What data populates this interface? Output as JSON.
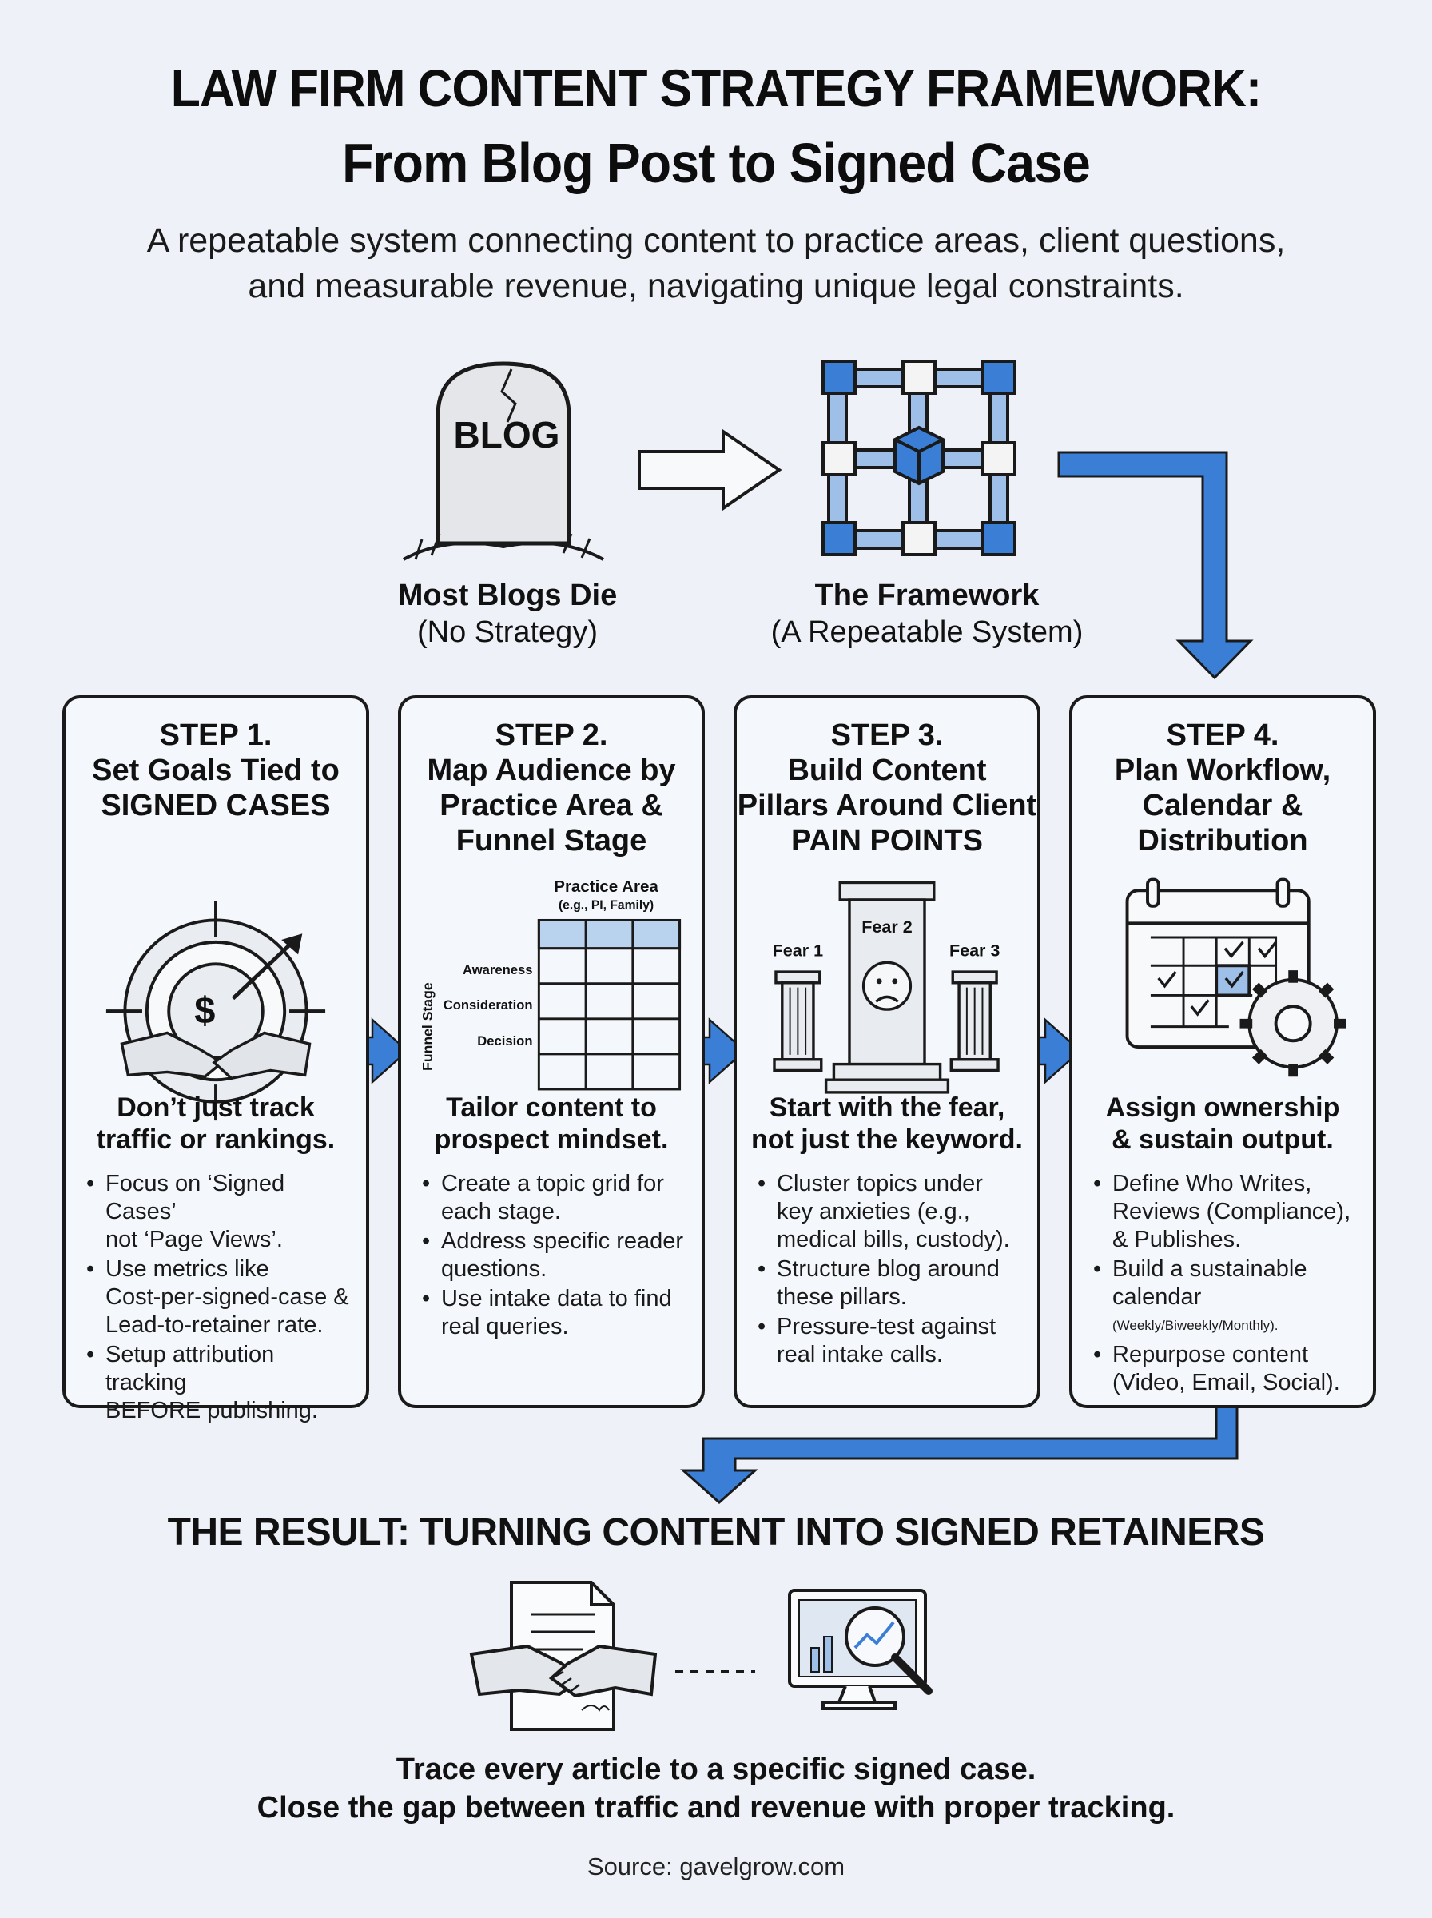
{
  "header": {
    "title_line1": "LAW FIRM CONTENT STRATEGY FRAMEWORK:",
    "title_line2": "From Blog Post to Signed Case",
    "subtitle_line1": "A repeatable system connecting content to practice areas, client questions,",
    "subtitle_line2": "and measurable revenue, navigating unique legal constraints."
  },
  "intro": {
    "tombstone_text": "BLOG",
    "left_caption_bold": "Most Blogs Die",
    "left_caption": "(No Strategy)",
    "right_caption_bold": "The Framework",
    "right_caption": "(A Repeatable System)"
  },
  "steps": [
    {
      "title": [
        "STEP 1.",
        "Set Goals Tied to",
        "SIGNED CASES"
      ],
      "lead": [
        "Don’t just track",
        "traffic or rankings."
      ],
      "bullets": [
        [
          "Focus on ‘Signed Cases’",
          "not ‘Page Views’."
        ],
        [
          "Use metrics like",
          "Cost-per-signed-case &",
          "Lead-to-retainer rate."
        ],
        [
          "Setup attribution tracking",
          "BEFORE publishing."
        ]
      ]
    },
    {
      "title": [
        "STEP 2.",
        "Map Audience by",
        "Practice Area &",
        "Funnel Stage"
      ],
      "grid": {
        "col_label": "Practice Area",
        "col_sublabel": "(e.g., PI, Family)",
        "row_axis": "Funnel Stage",
        "rows": [
          "Awareness",
          "Consideration",
          "Decision"
        ]
      },
      "lead": [
        "Tailor content to",
        "prospect mindset."
      ],
      "bullets": [
        [
          "Create a topic grid for",
          "each stage."
        ],
        [
          "Address specific reader",
          "questions."
        ],
        [
          "Use intake data to find",
          "real queries."
        ]
      ]
    },
    {
      "title": [
        "STEP 3.",
        "Build Content",
        "Pillars Around Client",
        "PAIN POINTS"
      ],
      "pillars": [
        "Fear 1",
        "Fear 2",
        "Fear 3"
      ],
      "lead": [
        "Start with the fear,",
        "not just the keyword."
      ],
      "bullets": [
        [
          "Cluster topics under",
          "key anxieties (e.g.,",
          "medical bills, custody)."
        ],
        [
          "Structure blog around",
          "these pillars."
        ],
        [
          "Pressure-test against",
          "real intake calls."
        ]
      ]
    },
    {
      "title": [
        "STEP 4.",
        "Plan Workflow,",
        "Calendar &",
        "Distribution"
      ],
      "lead": [
        "Assign ownership",
        "& sustain output."
      ],
      "bullets": [
        [
          "Define Who Writes,",
          "Reviews (Compliance),",
          "& Publishes."
        ],
        [
          "Build a sustainable",
          "calendar"
        ],
        [
          "Repurpose content",
          "(Video, Email, Social)."
        ]
      ],
      "calendar_note": "(Weekly/Biweekly/Monthly)."
    }
  ],
  "result": {
    "title": "THE RESULT: TURNING CONTENT INTO SIGNED RETAINERS",
    "line1": "Trace every article to a specific signed case.",
    "line2": "Close the gap between traffic and revenue with proper tracking."
  },
  "source": "Source: gavelgrow.com",
  "colors": {
    "accent": "#3a7fd5",
    "ink": "#1a1a1a",
    "background": "#eef2f8"
  }
}
